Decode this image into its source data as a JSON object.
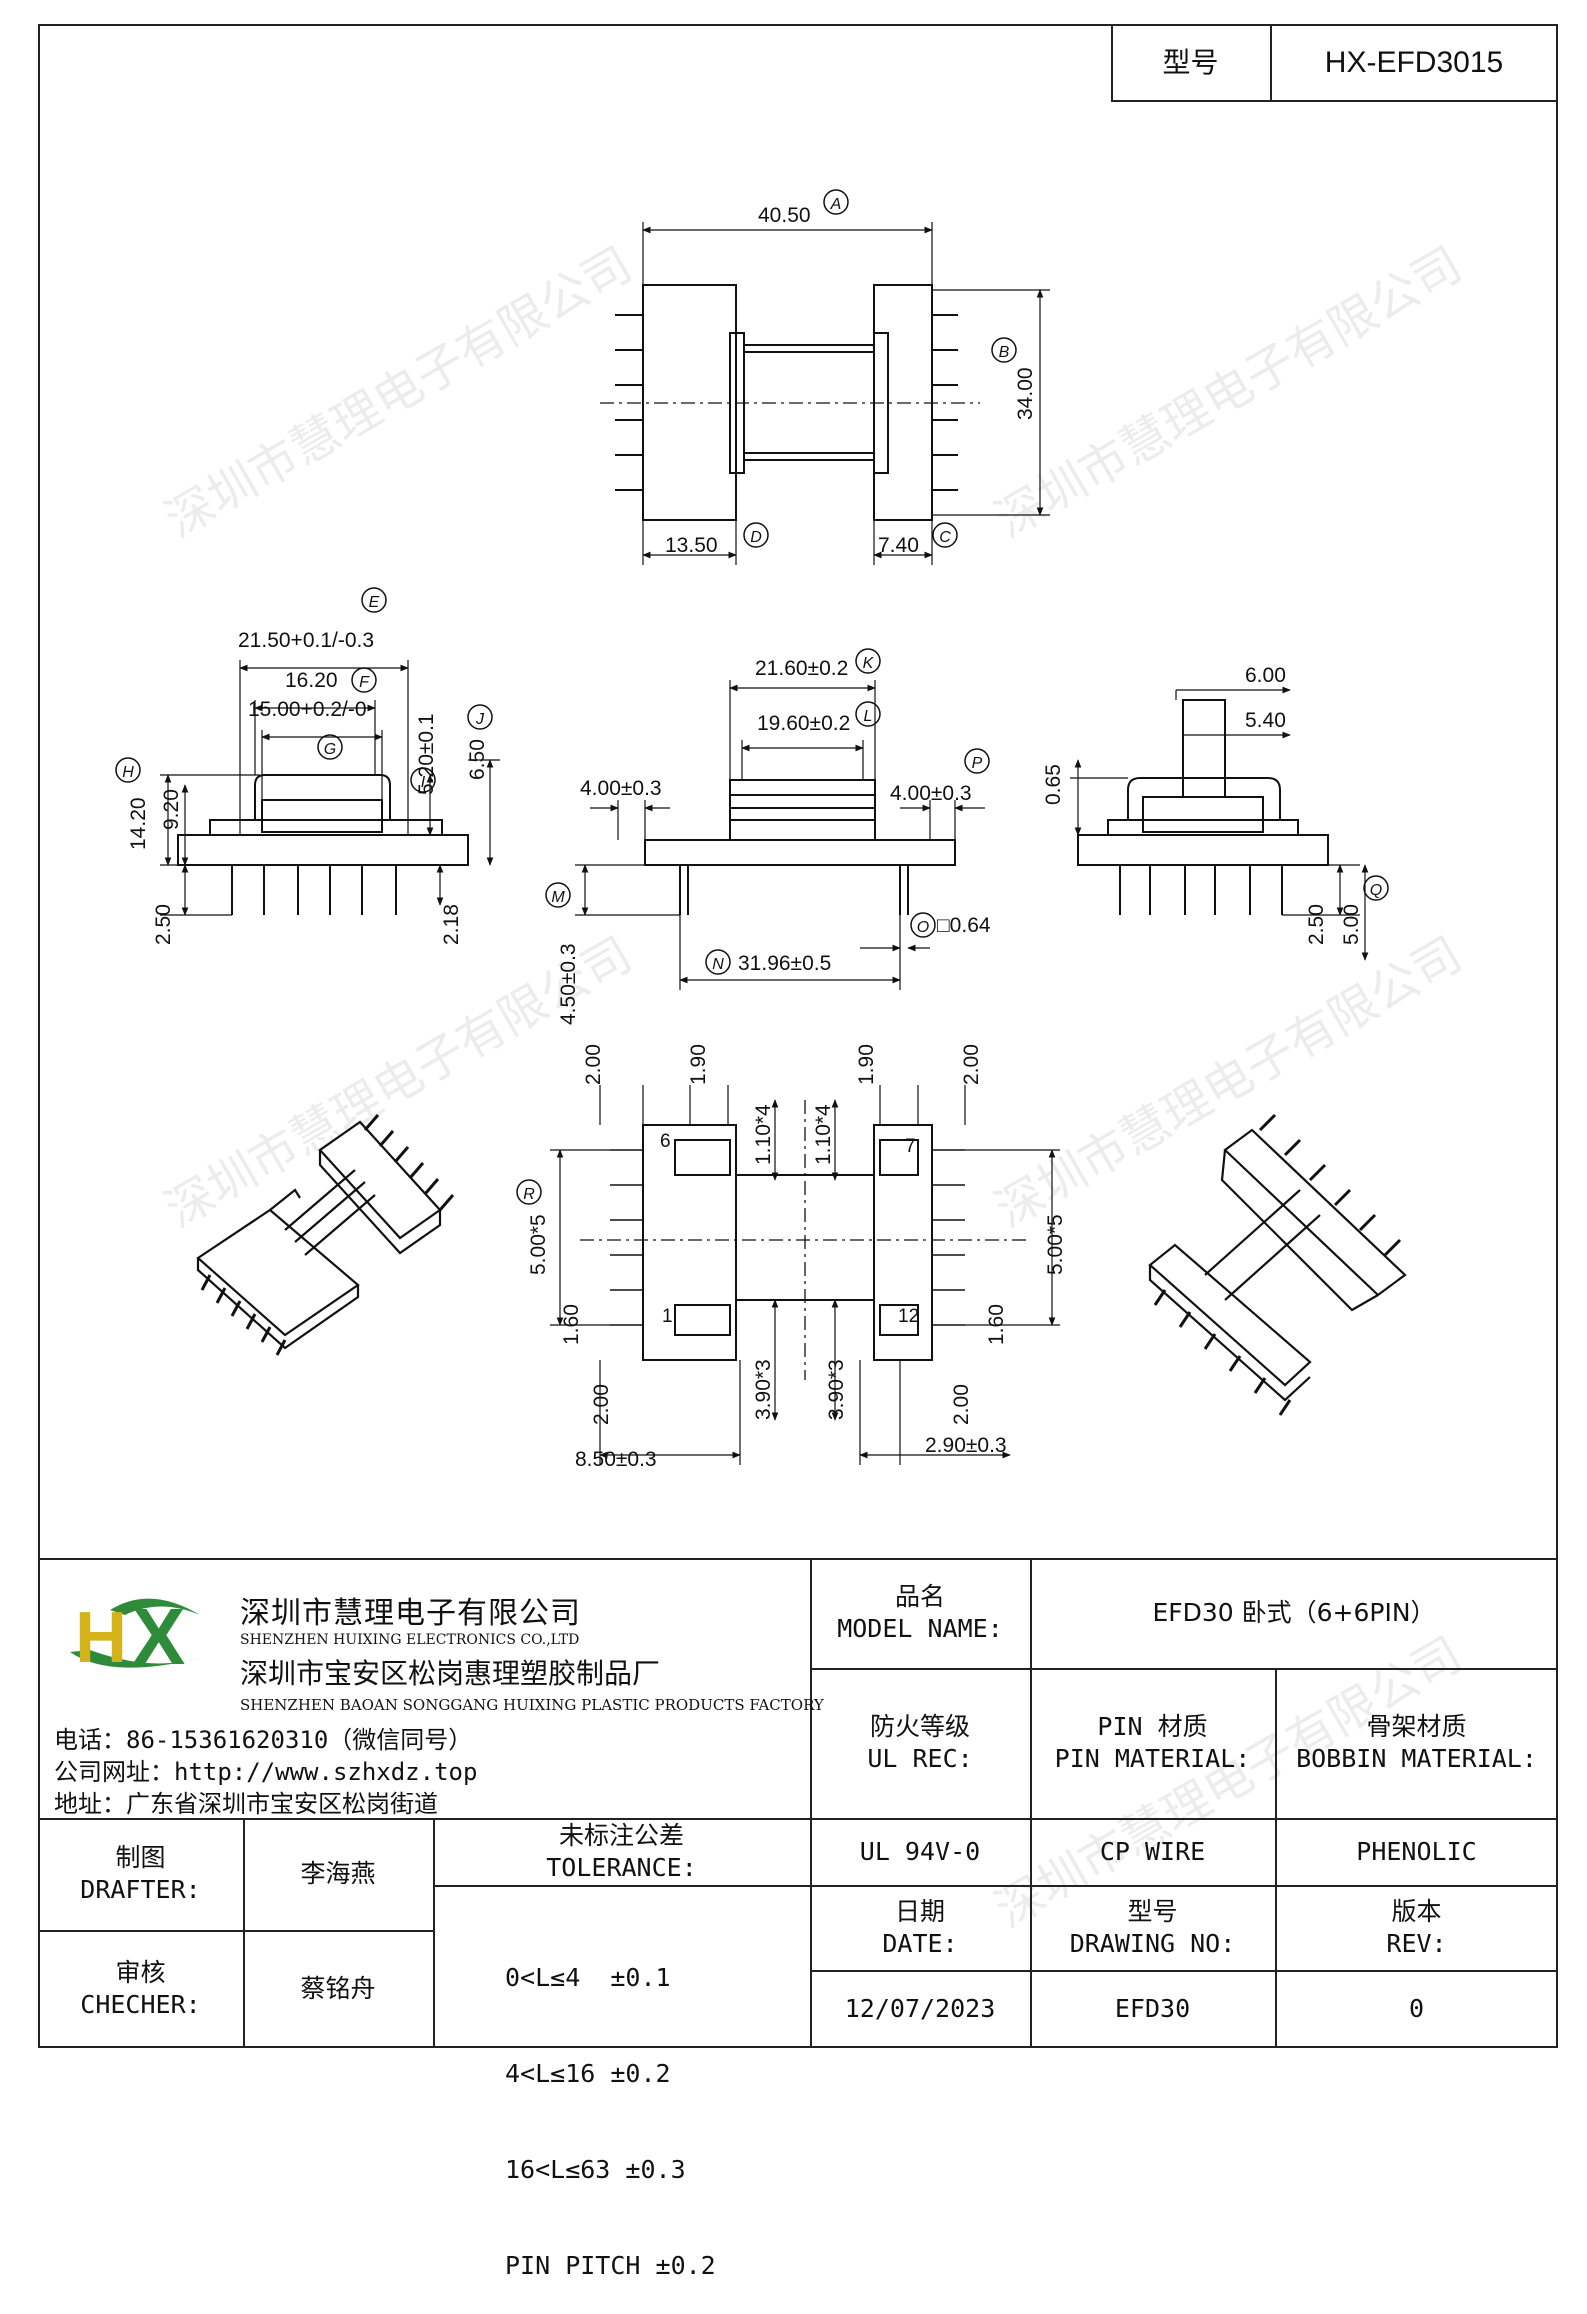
{
  "header": {
    "model_label": "型号",
    "model_value": "HX-EFD3015"
  },
  "watermark": "深圳市慧理电子有限公司",
  "drawing": {
    "dims_top": {
      "A": "40.50",
      "B": "34.00",
      "C": "7.40",
      "D": "13.50",
      "mark_A": "A",
      "mark_B": "B",
      "mark_C": "C",
      "mark_D": "D"
    },
    "dims_left": {
      "E": "21.50+0.1/-0.3",
      "F": "16.20",
      "G": "15.00+0.2/-0",
      "h1": "14.20",
      "h2": "9.20",
      "h3": "5.20±0.1",
      "h4": "6.50",
      "b1": "2.50",
      "b2": "2.18",
      "mark_E": "E",
      "mark_F": "F",
      "mark_G": "G",
      "mark_H": "H",
      "mark_I": "I",
      "mark_J": "J"
    },
    "dims_center": {
      "K": "21.60±0.2",
      "L": "19.60±0.2",
      "c1": "4.00±0.3",
      "P": "4.00±0.3",
      "M": "4.50±0.3",
      "N": "31.96±0.5",
      "O": "□0.64",
      "mark_K": "K",
      "mark_L": "L",
      "mark_M": "M",
      "mark_N": "N",
      "mark_O": "O",
      "mark_P": "P"
    },
    "dims_right": {
      "r1": "6.00",
      "r2": "5.40",
      "r3": "0.65",
      "r4": "2.50",
      "Q": "5.00",
      "mark_Q": "Q"
    },
    "dims_bottom": {
      "t1": "2.00",
      "t2": "1.90",
      "t3": "1.10*4",
      "t4": "1.10*4",
      "t5": "1.90",
      "t6": "2.00",
      "R": "5.00*5",
      "R2": "5.00*5",
      "mark_R": "R",
      "p6": "6",
      "p7": "7",
      "p1": "1",
      "p12": "12",
      "l1": "1.60",
      "l2": "2.00",
      "l3": "3.90*3",
      "l4": "3.90*3",
      "l5": "2.00",
      "l6": "1.60",
      "w1": "8.50±0.3",
      "w2": "2.90±0.3"
    }
  },
  "company": {
    "name_cn": "深圳市慧理电子有限公司",
    "name_en": "SHENZHEN HUIXING ELECTRONICS CO.,LTD",
    "factory_cn": "深圳市宝安区松岗惠理塑胶制品厂",
    "factory_en": "SHENZHEN BAOAN SONGGANG HUIXING PLASTIC PRODUCTS FACTORY",
    "phone": "电话：86-15361620310（微信同号）",
    "website": "公司网址：http://www.szhxdz.top",
    "address": "地址：广东省深圳市宝安区松岗街道"
  },
  "table": {
    "model_name_label_cn": "品名",
    "model_name_label_en": "MODEL NAME:",
    "model_name_value": "EFD30 卧式（6+6PIN）",
    "fire_label_cn": "防火等级",
    "fire_label_en": "UL REC:",
    "fire_value": "UL 94V-0",
    "pin_label_cn": "PIN 材质",
    "pin_label_en": "PIN MATERIAL:",
    "pin_value": "CP WIRE",
    "bobbin_label_cn": "骨架材质",
    "bobbin_label_en": "BOBBIN MATERIAL:",
    "bobbin_value": "PHENOLIC",
    "drafter_label_cn": "制图",
    "drafter_label_en": "DRAFTER:",
    "drafter_value": "李海燕",
    "checker_label_cn": "审核",
    "checker_label_en": "CHECHER:",
    "checker_value": "蔡铭舟",
    "tolerance_label_cn": "未标注公差",
    "tolerance_label_en": "TOLERANCE:",
    "tolerance_lines": [
      "0<L≤4  ±0.1",
      "4<L≤16 ±0.2",
      "16<L≤63 ±0.3",
      "PIN PITCH ±0.2"
    ],
    "date_label_cn": "日期",
    "date_label_en": "DATE:",
    "date_value": "12/07/2023",
    "drawing_no_label_cn": "型号",
    "drawing_no_label_en": "DRAWING NO:",
    "drawing_no_value": "EFD30",
    "rev_label_cn": "版本",
    "rev_label_en": "REV:",
    "rev_value": "0"
  }
}
